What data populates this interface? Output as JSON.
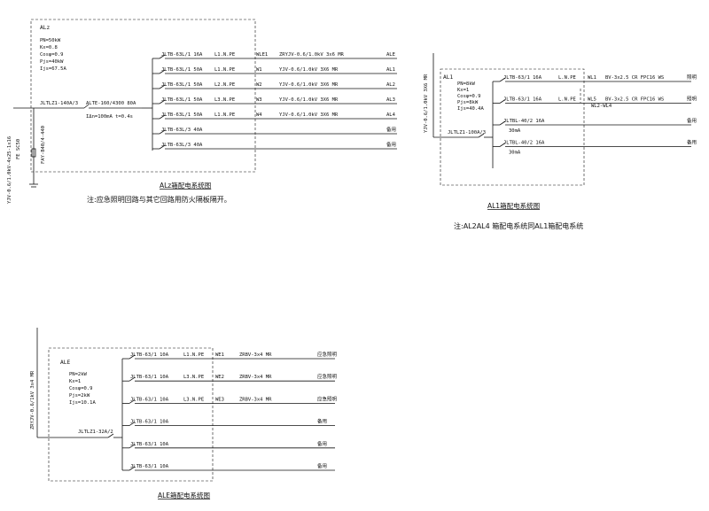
{
  "alz": {
    "panel_name": "ALz",
    "params": [
      "PN=50kW",
      "Kx=0.8",
      "Cosφ=0.9",
      "Pjs=40kW",
      "Ijs=67.5A"
    ],
    "main_breaker": "JLTLZ1-140A/3",
    "spd": "ALTE-160/4300 80A",
    "spd_rating": "IΔn=100mA t=0.4s",
    "surge": "FAY-B40/4-440",
    "incoming_cable": "YJV-0.6/1.0kV-4x25-1x16",
    "conduit": "FE SC50",
    "circuits": [
      {
        "breaker": "JLTB-63L/1 16A",
        "phase": "L1.N.PE",
        "loop": "WLE1",
        "cable": "ZRYJV-0.6/1.0kV 3x6 MR",
        "dest": "ALE"
      },
      {
        "breaker": "JLTB-63L/1 50A",
        "phase": "L1.N.PE",
        "loop": "W1",
        "cable": "YJV-0.6/1.0kV 3X6 MR",
        "dest": "AL1"
      },
      {
        "breaker": "JLTB-63L/1 50A",
        "phase": "L2.N.PE",
        "loop": "W2",
        "cable": "YJV-0.6/1.0kV 3X6 MR",
        "dest": "AL2"
      },
      {
        "breaker": "JLTB-63L/1 50A",
        "phase": "L3.N.PE",
        "loop": "W3",
        "cable": "YJV-0.6/1.0kV 3X6 MR",
        "dest": "AL3"
      },
      {
        "breaker": "JLTB-63L/1 50A",
        "phase": "L1.N.PE",
        "loop": "W4",
        "cable": "YJV-0.6/1.0kV 3X6 MR",
        "dest": "AL4"
      },
      {
        "breaker": "JLTB-63L/3 40A",
        "phase": "",
        "loop": "",
        "cable": "",
        "dest": "备用"
      },
      {
        "breaker": "JLTB-63L/3 40A",
        "phase": "",
        "loop": "",
        "cable": "",
        "dest": "备用"
      }
    ],
    "title": "ALz箱配电系统图",
    "note": "注:应急照明回路与其它回路用防火隔板隔开。"
  },
  "al1": {
    "panel_name": "AL1",
    "params": [
      "PN=8kW",
      "Kx=1",
      "Cosφ=0.9",
      "Pjs=8kW",
      "Ijs=40.4A"
    ],
    "incoming_cable": "YJV-0.6/1.0kV 3X6 MR",
    "main_breaker": "JLTLZ1-100A/3",
    "spare_labels": [
      "WL2-WL4"
    ],
    "circuits": [
      {
        "breaker": "JLTB-63/1 16A",
        "phase": "L.N.PE",
        "loop": "WL1",
        "cable": "BV-3x2.5 CR FPC16 WS",
        "dest": "照明",
        "sub": ""
      },
      {
        "breaker": "JLTB-63/1 16A",
        "phase": "L.N.PE",
        "loop": "WL5",
        "cable": "BV-3x2.5 CR FPC16 WS",
        "dest": "照明",
        "sub": ""
      },
      {
        "breaker": "JLTBL-40/2 16A",
        "phase": "",
        "loop": "",
        "cable": "",
        "dest": "备用",
        "sub": "30mA"
      },
      {
        "breaker": "JLTBL-40/2 16A",
        "phase": "",
        "loop": "",
        "cable": "",
        "dest": "备用",
        "sub": "30mA"
      }
    ],
    "title": "AL1箱配电系统图",
    "note": "注:AL2AL4 箱配电系统同AL1箱配电系统"
  },
  "ale": {
    "panel_name": "ALE",
    "params": [
      "PN=2kW",
      "Kx=1",
      "Cosφ=0.9",
      "Pjs=2kW",
      "Ijs=10.1A"
    ],
    "incoming_cable": "ZRYJV-0.6/1kV 3x4 MR",
    "main_breaker": "JLTLZ1-32A/2",
    "circuits": [
      {
        "breaker": "JLTB-63/1 10A",
        "phase": "L1.N.PE",
        "loop": "WE1",
        "cable": "ZRBV-3x4 MR",
        "dest": "应急照明"
      },
      {
        "breaker": "JLTB-63/1 10A",
        "phase": "L3.N.PE",
        "loop": "WE2",
        "cable": "ZRBV-3x4 MR",
        "dest": "应急照明"
      },
      {
        "breaker": "JLTB-63/1 10A",
        "phase": "L3.N.PE",
        "loop": "WE3",
        "cable": "ZRBV-3x4 MR",
        "dest": "应急照明"
      },
      {
        "breaker": "JLTB-63/1 10A",
        "phase": "",
        "loop": "",
        "cable": "",
        "dest": "备用"
      },
      {
        "breaker": "JLTB-63/1 10A",
        "phase": "",
        "loop": "",
        "cable": "",
        "dest": "备用"
      },
      {
        "breaker": "JLTB-63/1 10A",
        "phase": "",
        "loop": "",
        "cable": "",
        "dest": "备用"
      }
    ],
    "title": "ALE箱配电系统图"
  }
}
